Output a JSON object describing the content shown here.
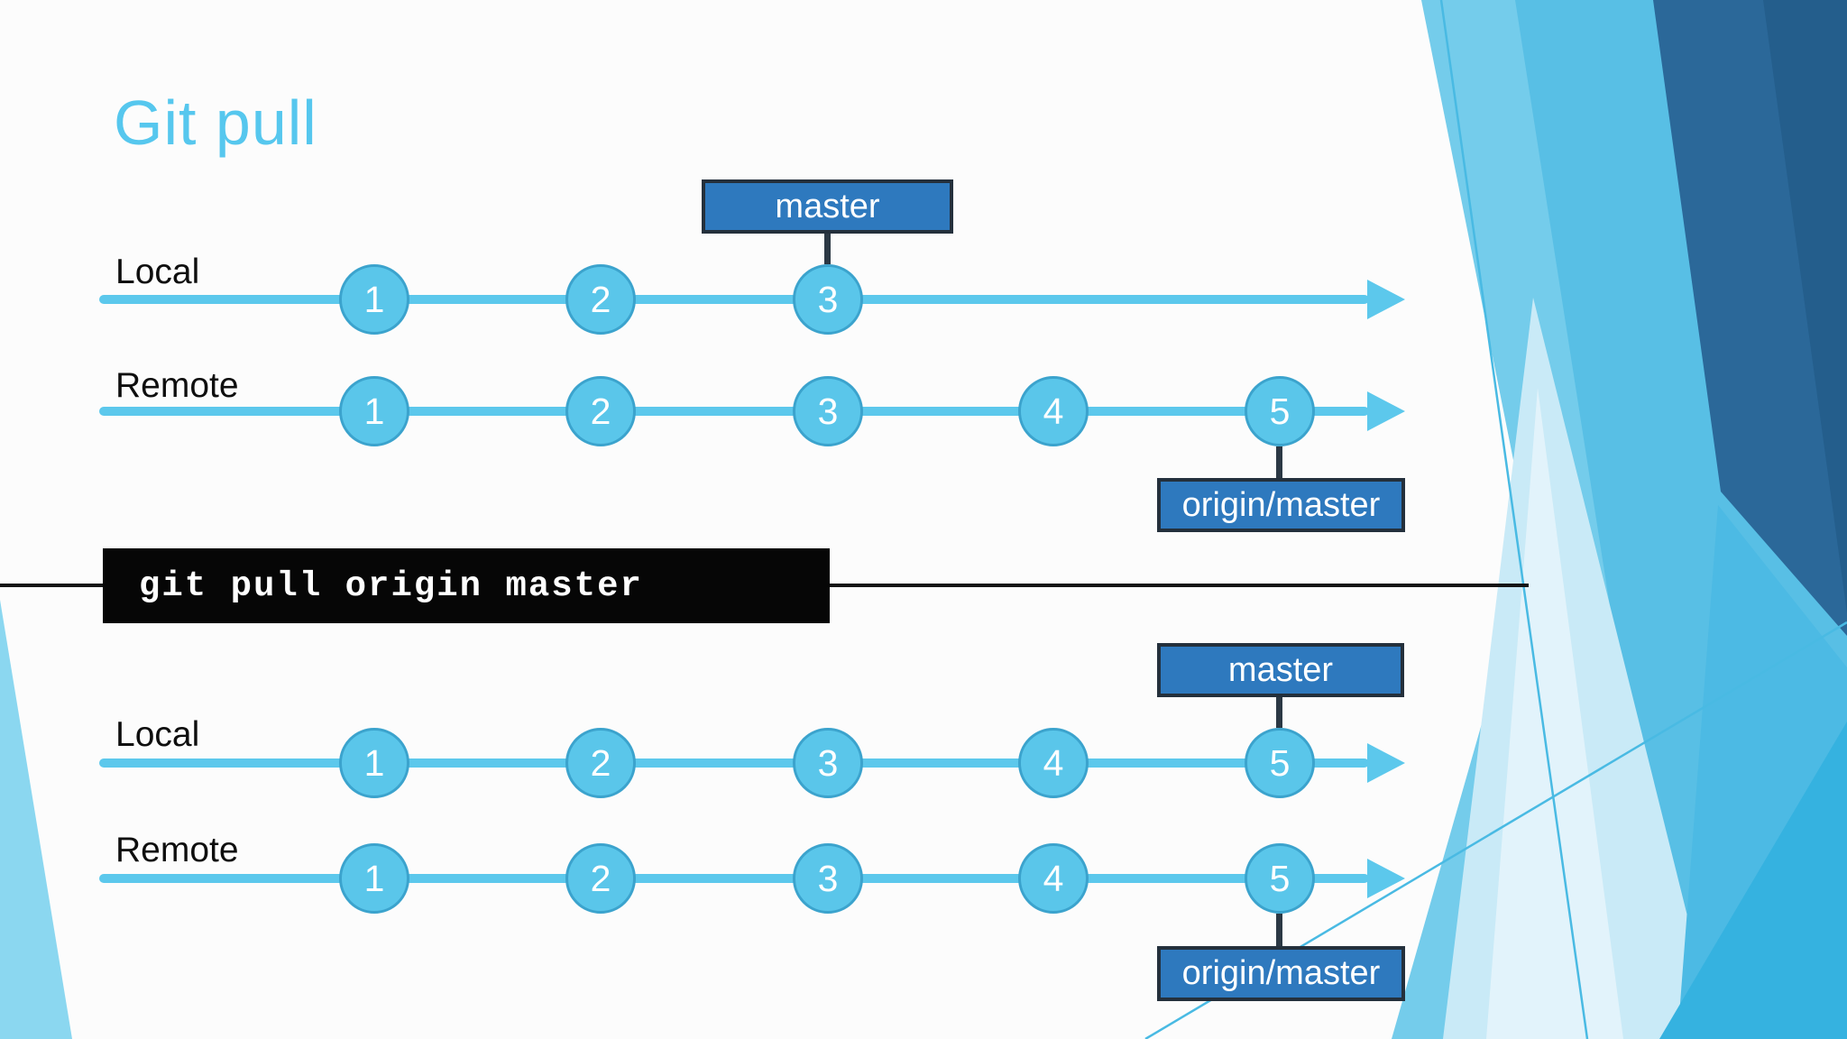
{
  "slide": {
    "title": "Git pull",
    "colors": {
      "title": "#56C7EE",
      "timeline": "#5CC8EC",
      "commit_fill": "#5AC6EA",
      "commit_border": "#3BA3CD",
      "branch_box_fill": "#2E79BE",
      "branch_box_border": "#24303C",
      "connector": "#2B3844",
      "label_text": "#0E0E0E",
      "command_bg": "#060606",
      "command_text": "#FFFFFF",
      "decoration_dark_blue": "#2B6899",
      "decoration_mid_blue": "#57BFE6",
      "decoration_light_blue": "#C9EAF7"
    }
  },
  "command": {
    "text": "git pull origin master"
  },
  "diagram_before": {
    "master_label": "master",
    "origin_label": "origin/master",
    "rows": [
      {
        "label": "Local",
        "commits": [
          "1",
          "2",
          "3"
        ]
      },
      {
        "label": "Remote",
        "commits": [
          "1",
          "2",
          "3",
          "4",
          "5"
        ]
      }
    ]
  },
  "diagram_after": {
    "master_label": "master",
    "origin_label": "origin/master",
    "rows": [
      {
        "label": "Local",
        "commits": [
          "1",
          "2",
          "3",
          "4",
          "5"
        ]
      },
      {
        "label": "Remote",
        "commits": [
          "1",
          "2",
          "3",
          "4",
          "5"
        ]
      }
    ]
  }
}
